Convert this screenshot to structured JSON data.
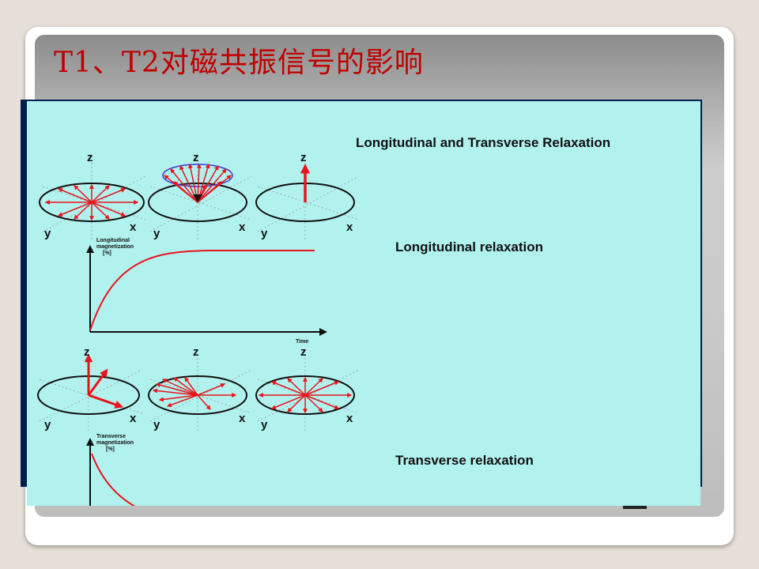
{
  "slide": {
    "title": "T1、T2对磁共振信号的影响"
  },
  "figure": {
    "heading": "Longitudinal and Transverse Relaxation",
    "longitudinal_label": "Longitudinal relaxation",
    "transverse_label": "Transverse relaxation",
    "axis_z": "z",
    "axis_x": "x",
    "axis_y": "y",
    "longitudinal_ylabel_line1": "Longitudinal",
    "longitudinal_ylabel_line2": "magnetization",
    "longitudinal_ylabel_line3": "[%]",
    "transverse_ylabel_line1": "Transverse",
    "transverse_ylabel_line2": "magnetization",
    "transverse_ylabel_line3": "[%]",
    "time_label": "Time",
    "colors": {
      "background": "#b2f2ee",
      "vector": "#e8141c",
      "cone": "#3b3bd6",
      "text": "#111111",
      "title": "#c00000"
    }
  }
}
